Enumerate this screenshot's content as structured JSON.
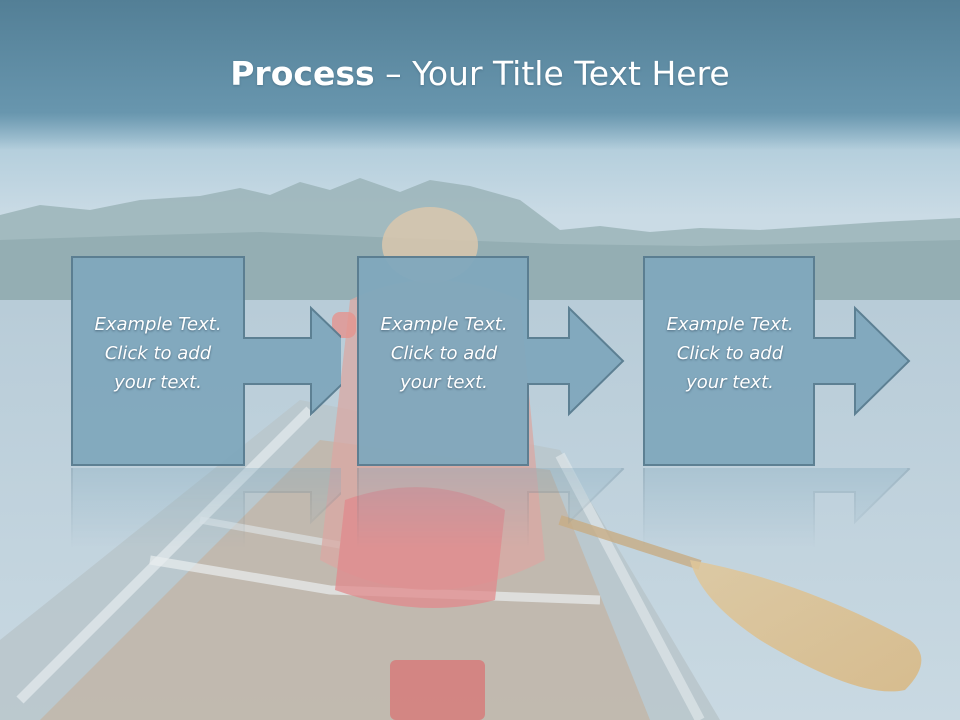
{
  "slide": {
    "title_bold": "Process",
    "title_rest": " – Your Title Text Here"
  },
  "steps": [
    {
      "text": "Example Text.\nClick  to add\nyour text."
    },
    {
      "text": "Example Text.\nClick  to add\nyour text."
    },
    {
      "text": "Example Text.\nClick  to add\nyour text."
    }
  ],
  "colors": {
    "box_fill": "#7fa8bd",
    "box_stroke": "#5b7f93",
    "title_band": "#5e8ea6"
  }
}
